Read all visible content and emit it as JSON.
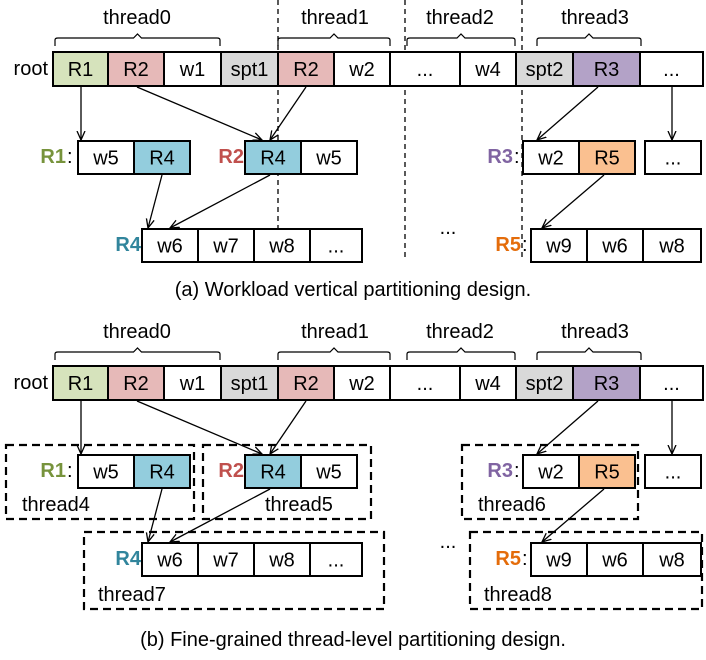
{
  "colors": {
    "green": "#d6e3bc",
    "pink": "#e6b9b8",
    "gray": "#d9d9d9",
    "purple": "#b3a2c7",
    "blue": "#93cddd",
    "orange": "#fac090",
    "white": "#ffffff",
    "label_green": "#77933c",
    "label_red": "#c0504d",
    "label_purple": "#8064a2",
    "label_blue": "#31859c",
    "label_orange": "#e46c0a"
  },
  "root_label": "root",
  "threads": {
    "t0": "thread0",
    "t1": "thread1",
    "t2": "thread2",
    "t3": "thread3"
  },
  "root_cells": [
    "R1",
    "R2",
    "w1",
    "spt1",
    "R2",
    "w2",
    "...",
    "w4",
    "spt2",
    "R3",
    "..."
  ],
  "list_labels": {
    "r1": "R1",
    "r2": "R2",
    "r3": "R3",
    "r4": "R4",
    "r5": "R5"
  },
  "lists": {
    "r1": [
      "w5",
      "R4"
    ],
    "r2": [
      "R4",
      "w5"
    ],
    "r3": [
      "w2",
      "R5"
    ],
    "r3_extra": "...",
    "r4": [
      "w6",
      "w7",
      "w8",
      "..."
    ],
    "r5": [
      "w9",
      "w6",
      "w8"
    ]
  },
  "middle_ellipsis": "...",
  "sub_threads": {
    "t4": "thread4",
    "t5": "thread5",
    "t6": "thread6",
    "t7": "thread7",
    "t8": "thread8"
  },
  "captions": {
    "a": "(a) Workload vertical partitioning design.",
    "b": "(b) Fine-grained thread-level partitioning design."
  }
}
